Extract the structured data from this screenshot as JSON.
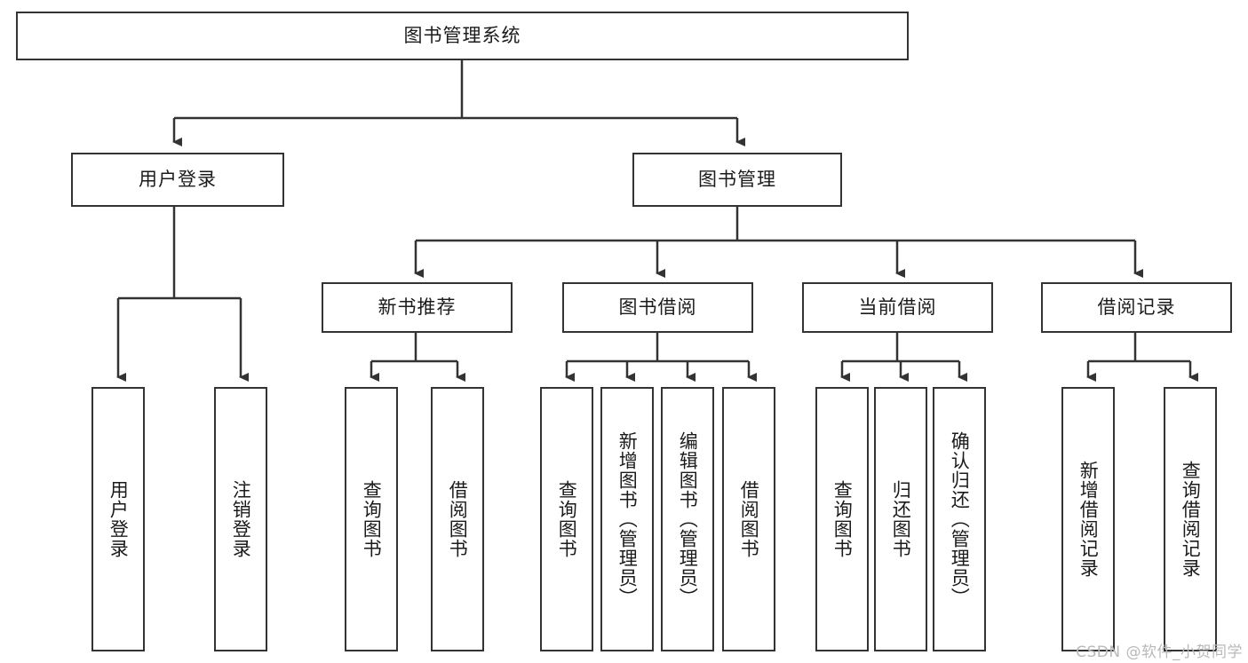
{
  "diagram": {
    "title": "图书管理系统",
    "type": "tree-hierarchy-diagram",
    "colors": {
      "border": "#333333",
      "background": "#ffffff",
      "text": "#1b1b1b",
      "watermark": "#b9b9b9"
    },
    "root": {
      "label": "图书管理系统"
    },
    "level2": [
      {
        "label": "用户登录"
      },
      {
        "label": "图书管理"
      }
    ],
    "level3": [
      {
        "label": "新书推荐"
      },
      {
        "label": "图书借阅"
      },
      {
        "label": "当前借阅"
      },
      {
        "label": "借阅记录"
      }
    ],
    "leaves": {
      "user_login": [
        {
          "label": "用户登录"
        },
        {
          "label": "注销登录"
        }
      ],
      "new_book_recommend": [
        {
          "label": "查询图书"
        },
        {
          "label": "借阅图书"
        }
      ],
      "book_borrow": [
        {
          "label": "查询图书"
        },
        {
          "label": "新增图书（管理员）"
        },
        {
          "label": "编辑图书（管理员）"
        },
        {
          "label": "借阅图书"
        }
      ],
      "current_borrow": [
        {
          "label": "查询图书"
        },
        {
          "label": "归还图书"
        },
        {
          "label": "确认归还（管理员）"
        }
      ],
      "borrow_record": [
        {
          "label": "新增借阅记录"
        },
        {
          "label": "查询借阅记录"
        }
      ]
    }
  },
  "watermark": {
    "text": "CSDN @软件_小贺同学"
  }
}
